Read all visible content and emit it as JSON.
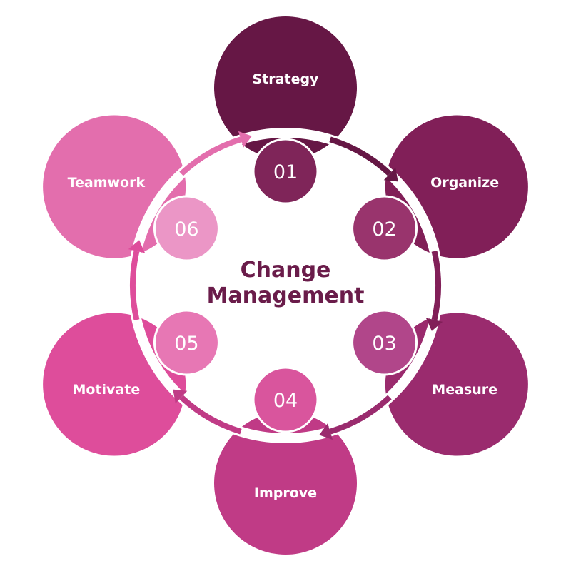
{
  "center": {
    "line1": "Change",
    "line2": "Management"
  },
  "steps": [
    {
      "number": "01",
      "label": "Strategy",
      "color": "#661745",
      "numColor": "#7f2559"
    },
    {
      "number": "02",
      "label": "Organize",
      "color": "#811f58",
      "numColor": "#99346d"
    },
    {
      "number": "03",
      "label": "Measure",
      "color": "#9a2b6e",
      "numColor": "#b1468a"
    },
    {
      "number": "04",
      "label": "Improve",
      "color": "#c03b86",
      "numColor": "#d9559d"
    },
    {
      "number": "05",
      "label": "Motivate",
      "color": "#de4d9b",
      "numColor": "#e777b4"
    },
    {
      "number": "06",
      "label": "Teamwork",
      "color": "#e36ead",
      "numColor": "#eb96c6"
    }
  ],
  "colors": {
    "ring": "#ffffff",
    "centerText": "#6a1c4a",
    "labelText": "#ffffff"
  }
}
